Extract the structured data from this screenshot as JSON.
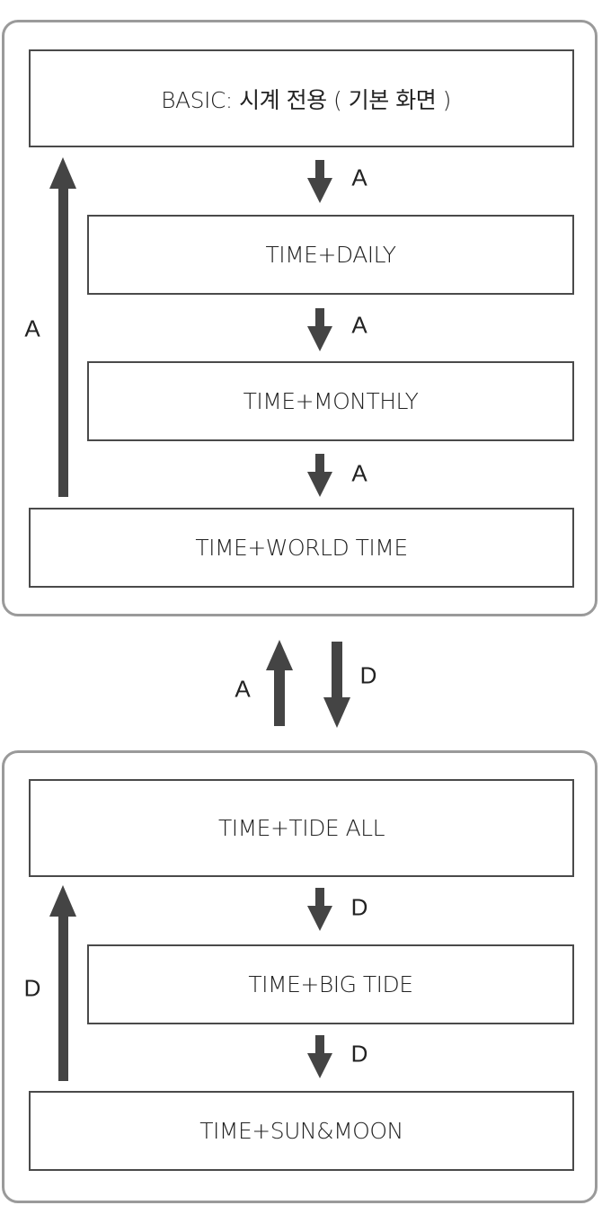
{
  "colors": {
    "arrow": "#444444",
    "box_border": "#4a4a4a",
    "group_border": "#9a9a9a"
  },
  "top_group": {
    "states": [
      "BASIC: 시계 전용 ( 기본 화면 )",
      "TIME+DAILY",
      "TIME+MONTHLY",
      "TIME+WORLD TIME"
    ],
    "step_labels": [
      "A",
      "A",
      "A"
    ],
    "return_label": "A"
  },
  "between": {
    "up_label": "A",
    "down_label": "D"
  },
  "bottom_group": {
    "states": [
      "TIME+TIDE ALL",
      "TIME+BIG TIDE",
      "TIME+SUN&MOON"
    ],
    "step_labels": [
      "D",
      "D"
    ],
    "return_label": "D"
  }
}
